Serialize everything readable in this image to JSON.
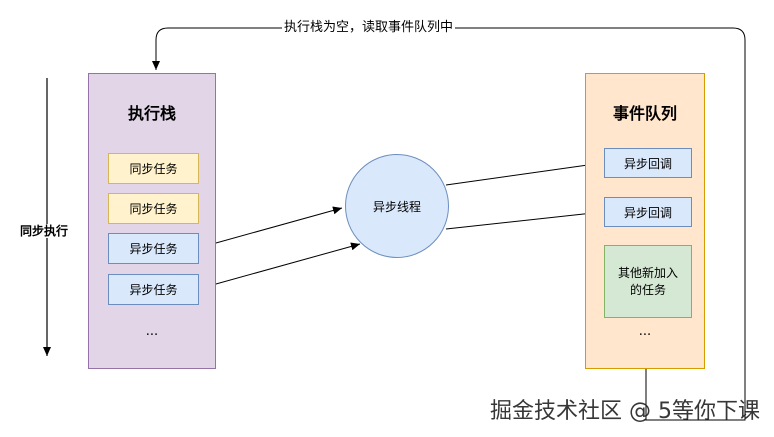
{
  "top_label": "执行栈为空，读取事件队列中",
  "side_label": "同步执行",
  "stack": {
    "title": "执行栈",
    "tasks": [
      "同步任务",
      "同步任务",
      "异步任务",
      "异步任务"
    ],
    "ellipsis": "..."
  },
  "thread": {
    "label": "异步线程"
  },
  "queue": {
    "title": "事件队列",
    "callbacks": [
      "异步回调",
      "异步回调"
    ],
    "new_tasks": "其他新加入\n的任务",
    "ellipsis": "..."
  },
  "watermark": "掘金技术社区 @ 5等你下课",
  "colors": {
    "stack_fill": "#e1d5e7",
    "stack_border": "#9673a6",
    "queue_fill": "#ffe6cc",
    "queue_border": "#d79b00",
    "thread_fill": "#dae8fc",
    "thread_border": "#6c8ebf"
  }
}
